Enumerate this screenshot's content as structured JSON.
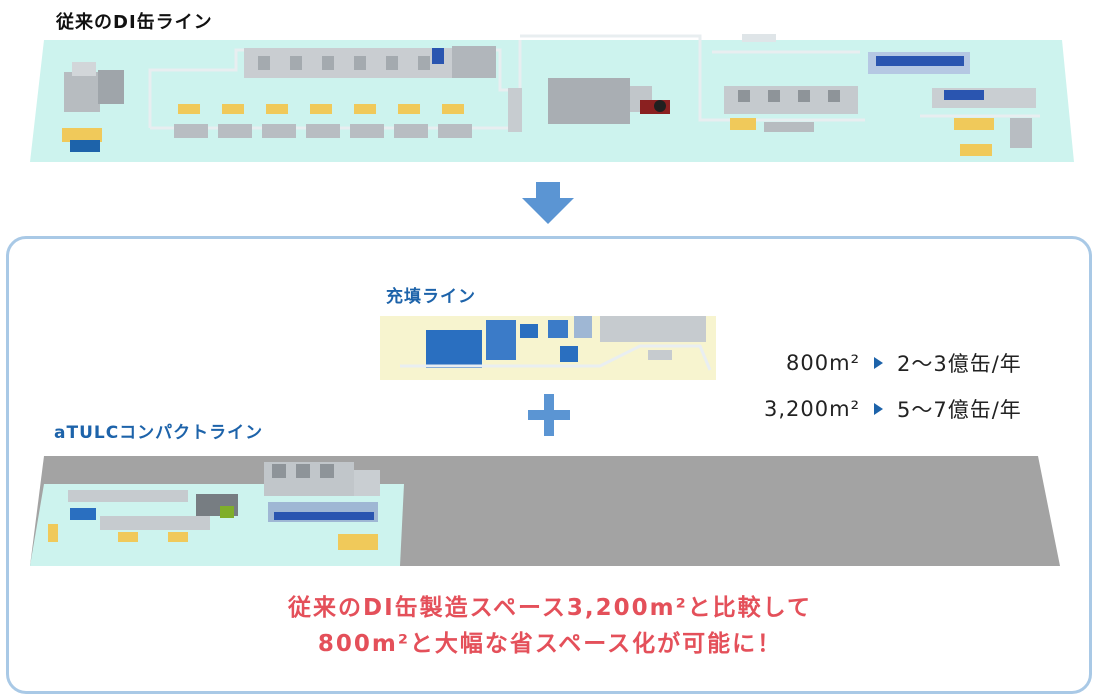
{
  "top": {
    "title": "従来のDI缶ライン"
  },
  "bottom": {
    "filling_line_label": "充填ライン",
    "atulc_label": "aTULCコンパクトライン",
    "specs": [
      {
        "area": "800m²",
        "capacity": "2〜3億缶/年"
      },
      {
        "area": "3,200m²",
        "capacity": "5〜7億缶/年"
      }
    ],
    "caption_line1": "従来のDI缶製造スペース3,200m²と比較して",
    "caption_line2": "800m²と大幅な省スペース化が可能に！"
  },
  "colors": {
    "floor_cyan": "#cdf3ee",
    "floor_yellow": "#f7f4cf",
    "floor_gray": "#a3a3a3",
    "accent_blue": "#1d63aa",
    "arrow_blue": "#5b95d3",
    "caption_red": "#e4505a",
    "panel_border": "#a9c9e6"
  },
  "icons": {
    "down_arrow": "down-arrow-icon",
    "plus": "plus-icon",
    "triangle": "triangle-right-icon"
  }
}
